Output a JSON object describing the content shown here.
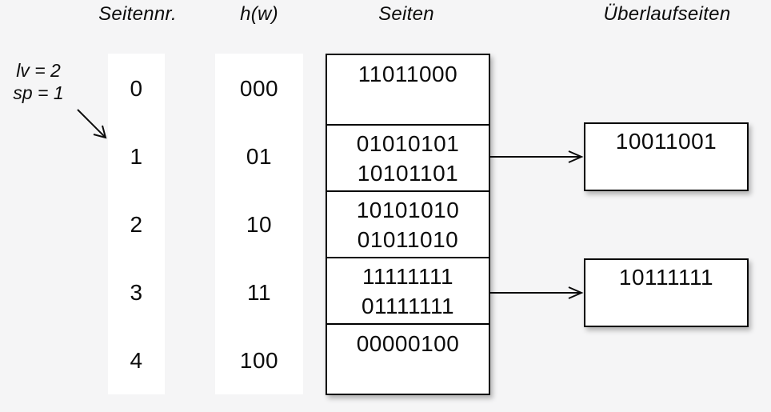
{
  "headers": {
    "page_nr": "Seitennr.",
    "hash": "h(w)",
    "pages": "Seiten",
    "overflow_pages": "Überlaufseiten"
  },
  "annotation": {
    "line1": "lv = 2",
    "line2": "sp = 1"
  },
  "table": {
    "rows": [
      {
        "page_nr": "0",
        "hash": "000",
        "entries": [
          "11011000"
        ]
      },
      {
        "page_nr": "1",
        "hash": "01",
        "entries": [
          "01010101",
          "10101101"
        ],
        "overflow": "10011001"
      },
      {
        "page_nr": "2",
        "hash": "10",
        "entries": [
          "10101010",
          "01011010"
        ]
      },
      {
        "page_nr": "3",
        "hash": "11",
        "entries": [
          "11111111",
          "01111111"
        ],
        "overflow": "10111111"
      },
      {
        "page_nr": "4",
        "hash": "100",
        "entries": [
          "00000100"
        ]
      }
    ]
  },
  "colors": {
    "background": "#f5f5f6",
    "box_fill": "#ffffff",
    "border": "#000000",
    "text": "#0b0b0b"
  }
}
